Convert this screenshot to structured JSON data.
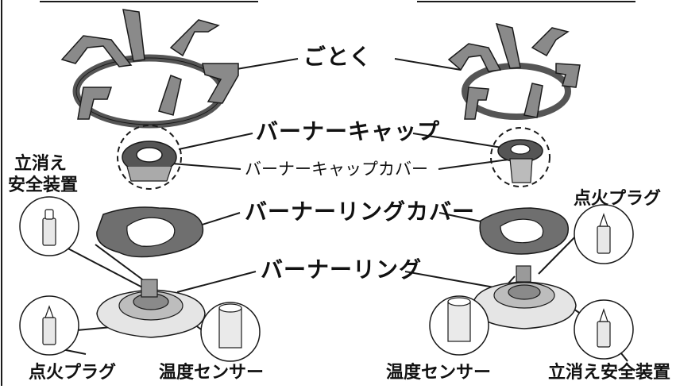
{
  "labels": {
    "gotoku": "ごとく",
    "burner_cap": "バーナーキャップ",
    "burner_cap_cover": "バーナーキャップカバー",
    "burner_ring_cover": "バーナーリングカバー",
    "burner_ring": "バーナーリング",
    "flame_failure_left_line1": "立消え",
    "flame_failure_left_line2": "安全装置",
    "ignition_plug_right": "点火プラグ",
    "ignition_plug_left": "点火プラグ",
    "temp_sensor_left": "温度センサー",
    "temp_sensor_right": "温度センサー",
    "flame_failure_right": "立消え安全装置"
  },
  "colors": {
    "line": "#1a1a1a",
    "part_gray": "#8a8a8a",
    "part_dark": "#555555",
    "ring_cover": "#6f6f6f",
    "background": "#ffffff"
  }
}
